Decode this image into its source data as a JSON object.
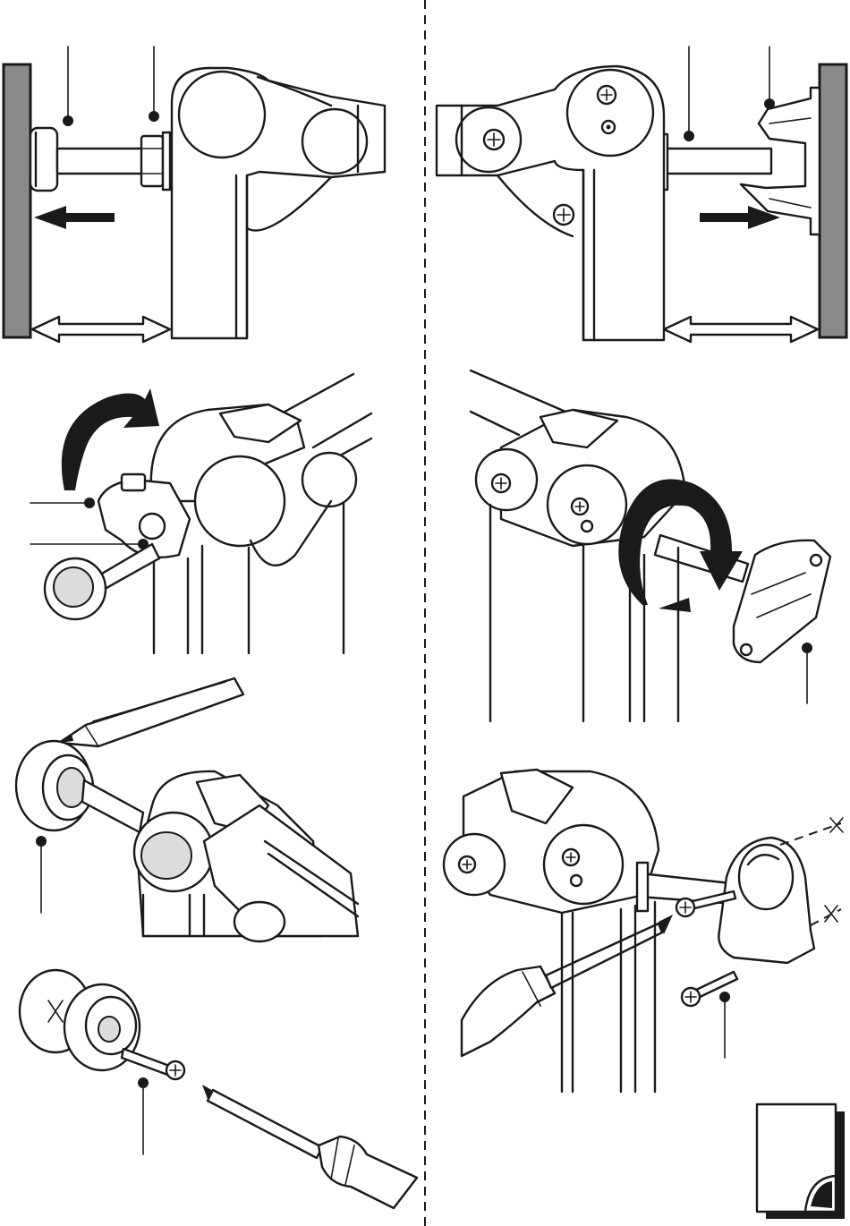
{
  "figure": {
    "kind": "assembly-instructions",
    "panels": [
      {
        "id": "panel-1",
        "content": "wall-mount-bumper-spacing"
      },
      {
        "id": "panel-2",
        "content": "wall-mount-bracket-spacing"
      },
      {
        "id": "panel-3",
        "content": "clip-rotate-bumper"
      },
      {
        "id": "panel-4",
        "content": "twist-bracket-rotate"
      },
      {
        "id": "panel-5",
        "content": "pencil-mark-bumper"
      },
      {
        "id": "panel-6",
        "content": "screwdriver-bracket-screws"
      },
      {
        "id": "panel-7",
        "content": "pad-screw-bumper"
      }
    ],
    "colors": {
      "line": "#1a1a1a",
      "wall": "#8a8a8a",
      "light": "#dcdcdc",
      "paper": "#ffffff"
    },
    "icons": [
      "wall-icon",
      "arrow-icon",
      "double-arrow-icon",
      "rotate-arrow-icon",
      "screw-icon",
      "pencil-icon",
      "screwdriver-icon",
      "booklet-icon"
    ]
  }
}
